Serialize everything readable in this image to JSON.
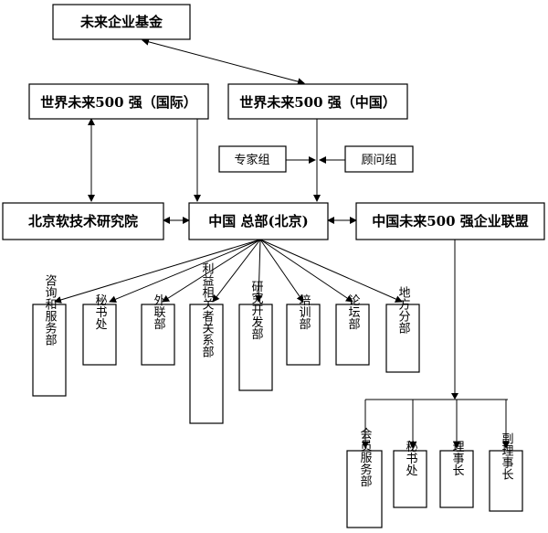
{
  "nodes": {
    "fund": "未来企业基金",
    "intl500": "世界未来500 强（国际）",
    "china500": "世界未来500 强（中国）",
    "experts": "专家组",
    "advisors": "顾问组",
    "institute": "北京软技术研究院",
    "hq": "中国 总部(北京)",
    "alliance": "中国未来500 强企业联盟"
  },
  "hq_departments": [
    "咨询和服务部",
    "秘书处",
    "外联部",
    "利益相关者关系部",
    "研究开发部",
    "培训部",
    "论坛部",
    "地方分部"
  ],
  "alliance_departments": [
    "会员服务部",
    "秘书处",
    "理事长",
    "副理事长"
  ]
}
